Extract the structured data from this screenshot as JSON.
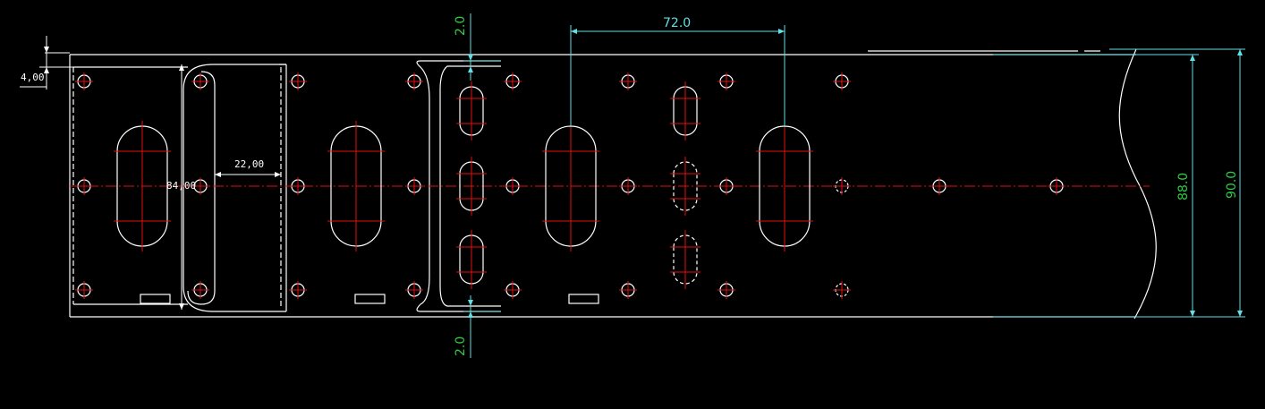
{
  "dimensions": {
    "top_offset": "4,00",
    "inner_height": "84,00",
    "gap_width": "22,00",
    "flange_top": "2.0",
    "flange_bottom": "2.0",
    "slot_pitch": "72.0",
    "height_88": "88.0",
    "height_90": "90.0"
  },
  "colors": {
    "outline": "#ffffff",
    "center": "#e01010",
    "dim_cyan": "#5fe0e6",
    "dim_green": "#2ecc40",
    "dim_white": "#ffffff"
  }
}
